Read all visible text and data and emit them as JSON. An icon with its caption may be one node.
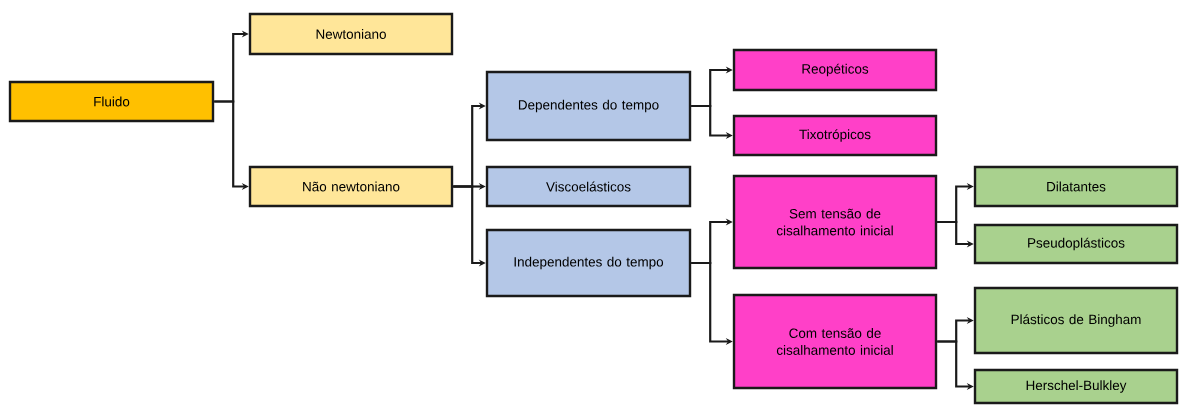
{
  "diagram": {
    "nodes": [
      {
        "text": [
          "Fluido"
        ]
      },
      {
        "text": [
          "Newtoniano"
        ]
      },
      {
        "text": [
          "Não newtoniano"
        ]
      },
      {
        "text": [
          "Dependentes do tempo"
        ]
      },
      {
        "text": [
          "Viscoelásticos"
        ]
      },
      {
        "text": [
          "Independentes do tempo"
        ]
      },
      {
        "text": [
          "Reopéticos"
        ]
      },
      {
        "text": [
          "Tixotrópicos"
        ]
      },
      {
        "text": [
          "Sem tensão de cisalhamento inicial"
        ]
      },
      {
        "text": [
          "Com tensão de cisalhamento inicial"
        ]
      },
      {
        "text": [
          "Dilatantes"
        ]
      },
      {
        "text": [
          "Pseudoplásticos"
        ]
      },
      {
        "text": [
          "Plásticos de Bingham"
        ]
      },
      {
        "text": [
          "Herschel-Bulkley"
        ]
      }
    ],
    "edges": [
      {
        "from": 0,
        "to": 1,
        "arrow": "to"
      },
      {
        "from": 0,
        "to": 2,
        "arrow": "to"
      },
      {
        "from": 2,
        "to": 3,
        "arrow": "to"
      },
      {
        "from": 2,
        "to": 4,
        "arrow": "to"
      },
      {
        "from": 2,
        "to": 5,
        "arrow": "to"
      },
      {
        "from": 3,
        "to": 6,
        "arrow": "to"
      },
      {
        "from": 3,
        "to": 7,
        "arrow": "to"
      },
      {
        "from": 5,
        "to": 8,
        "arrow": "to"
      },
      {
        "from": 5,
        "to": 9,
        "arrow": "to"
      },
      {
        "from": 8,
        "to": 10,
        "arrow": "to"
      },
      {
        "from": 8,
        "to": 11,
        "arrow": "to"
      },
      {
        "from": 9,
        "to": 12,
        "arrow": "to"
      },
      {
        "from": 9,
        "to": 13,
        "arrow": "to"
      }
    ]
  }
}
